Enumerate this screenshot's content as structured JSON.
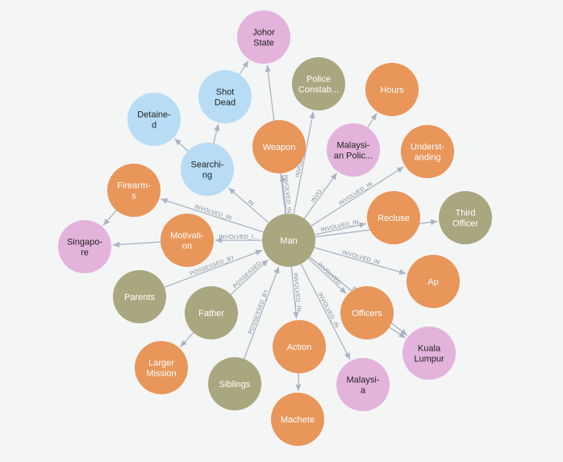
{
  "colors": {
    "orange": "#e8965a",
    "pink": "#e3b3dc",
    "blue": "#b8dcf5",
    "olive": "#a9a77f",
    "edge": "#a9b4c4",
    "edge_label": "#7f8a99",
    "text_dark": "#222222",
    "text_light": "#ffffff"
  },
  "nodes": [
    {
      "id": "man",
      "lines": [
        "Man"
      ],
      "color": "olive"
    },
    {
      "id": "johor",
      "lines": [
        "Johor",
        "State"
      ],
      "color": "pink"
    },
    {
      "id": "police",
      "lines": [
        "Police",
        "Constab..."
      ],
      "color": "olive"
    },
    {
      "id": "hours",
      "lines": [
        "Hours"
      ],
      "color": "orange"
    },
    {
      "id": "shotdead",
      "lines": [
        "Shot",
        "Dead"
      ],
      "color": "blue"
    },
    {
      "id": "detained",
      "lines": [
        "Detaine-",
        "d"
      ],
      "color": "blue"
    },
    {
      "id": "weapon",
      "lines": [
        "Weapon"
      ],
      "color": "orange"
    },
    {
      "id": "malpol",
      "lines": [
        "Malaysi-",
        "an Polic..."
      ],
      "color": "pink"
    },
    {
      "id": "understanding",
      "lines": [
        "Underst-",
        "anding"
      ],
      "color": "orange"
    },
    {
      "id": "searching",
      "lines": [
        "Searchi-",
        "ng"
      ],
      "color": "blue"
    },
    {
      "id": "firearms",
      "lines": [
        "Firearm-",
        "s"
      ],
      "color": "orange"
    },
    {
      "id": "recluse",
      "lines": [
        "Recluse"
      ],
      "color": "orange"
    },
    {
      "id": "third",
      "lines": [
        "Third",
        "Officer"
      ],
      "color": "olive"
    },
    {
      "id": "singapore",
      "lines": [
        "Singapo-",
        "re"
      ],
      "color": "pink"
    },
    {
      "id": "motivation",
      "lines": [
        "Motivati-",
        "on"
      ],
      "color": "orange"
    },
    {
      "id": "ap",
      "lines": [
        "Ap"
      ],
      "color": "orange"
    },
    {
      "id": "parents",
      "lines": [
        "Parents"
      ],
      "color": "olive"
    },
    {
      "id": "father",
      "lines": [
        "Father"
      ],
      "color": "olive"
    },
    {
      "id": "officers",
      "lines": [
        "Officers"
      ],
      "color": "orange"
    },
    {
      "id": "kl",
      "lines": [
        "Kuala",
        "Lumpur"
      ],
      "color": "pink"
    },
    {
      "id": "action",
      "lines": [
        "Action"
      ],
      "color": "orange"
    },
    {
      "id": "larger",
      "lines": [
        "Larger",
        "Mission"
      ],
      "color": "orange"
    },
    {
      "id": "siblings",
      "lines": [
        "Siblings"
      ],
      "color": "olive"
    },
    {
      "id": "malaysia",
      "lines": [
        "Malaysi-",
        "a"
      ],
      "color": "pink"
    },
    {
      "id": "machete",
      "lines": [
        "Machete"
      ],
      "color": "orange"
    }
  ],
  "edges": [
    {
      "from": "man",
      "to": "searching",
      "label": "IN"
    },
    {
      "from": "man",
      "to": "weapon",
      "label": "INVOLVED_IN"
    },
    {
      "from": "man",
      "to": "johor",
      "label": ""
    },
    {
      "from": "man",
      "to": "police",
      "label": "INVOLVE..."
    },
    {
      "from": "man",
      "to": "malpol",
      "label": "INVO..."
    },
    {
      "from": "man",
      "to": "understanding",
      "label": "INVOLVED_IN"
    },
    {
      "from": "man",
      "to": "firearms",
      "label": "INVOLVED_IN"
    },
    {
      "from": "man",
      "to": "motivation",
      "label": "INVOLVED_I..."
    },
    {
      "from": "man",
      "to": "recluse",
      "label": "INVOLVED_IN"
    },
    {
      "from": "man",
      "to": "third",
      "label": ""
    },
    {
      "from": "man",
      "to": "ap",
      "label": "INVOLVED_IN"
    },
    {
      "from": "parents",
      "to": "man",
      "label": "POSSESSED_BY"
    },
    {
      "from": "father",
      "to": "man",
      "label": "POSSESSED"
    },
    {
      "from": "siblings",
      "to": "man",
      "label": "POSSESSED_BY"
    },
    {
      "from": "man",
      "to": "action",
      "label": "INVOLVED_IN"
    },
    {
      "from": "man",
      "to": "malaysia",
      "label": "INVOLVED_IN"
    },
    {
      "from": "man",
      "to": "officers",
      "label": "INVOLVED"
    },
    {
      "from": "man",
      "to": "kl",
      "label": "INVO..."
    },
    {
      "from": "searching",
      "to": "shotdead",
      "label": ""
    },
    {
      "from": "searching",
      "to": "detained",
      "label": ""
    },
    {
      "from": "shotdead",
      "to": "johor",
      "label": ""
    },
    {
      "from": "firearms",
      "to": "singapore",
      "label": ""
    },
    {
      "from": "motivation",
      "to": "singapore",
      "label": ""
    },
    {
      "from": "malpol",
      "to": "hours",
      "label": ""
    },
    {
      "from": "father",
      "to": "larger",
      "label": ""
    },
    {
      "from": "officers",
      "to": "kl",
      "label": ""
    },
    {
      "from": "action",
      "to": "machete",
      "label": ""
    }
  ]
}
